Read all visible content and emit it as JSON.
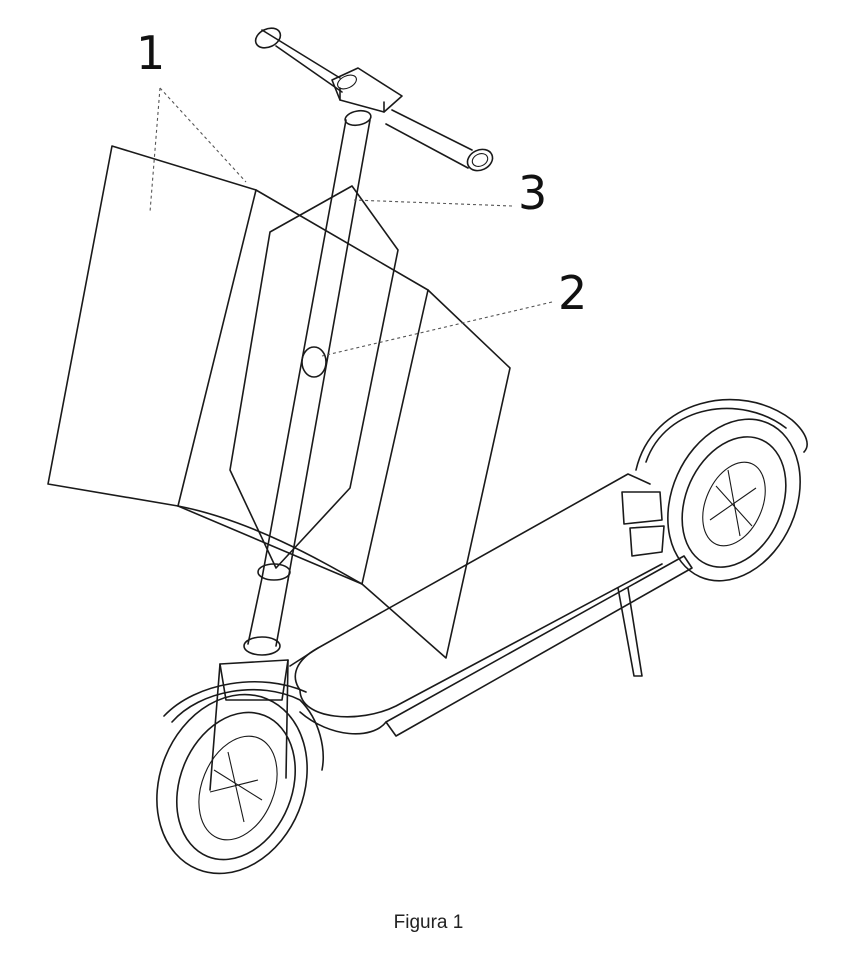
{
  "references": [
    {
      "id": "ref-1",
      "label": "1"
    },
    {
      "id": "ref-2",
      "label": "2"
    },
    {
      "id": "ref-3",
      "label": "3"
    }
  ],
  "caption": "Figura 1",
  "colors": {
    "line": "#1a1a1a",
    "background": "#ffffff"
  }
}
